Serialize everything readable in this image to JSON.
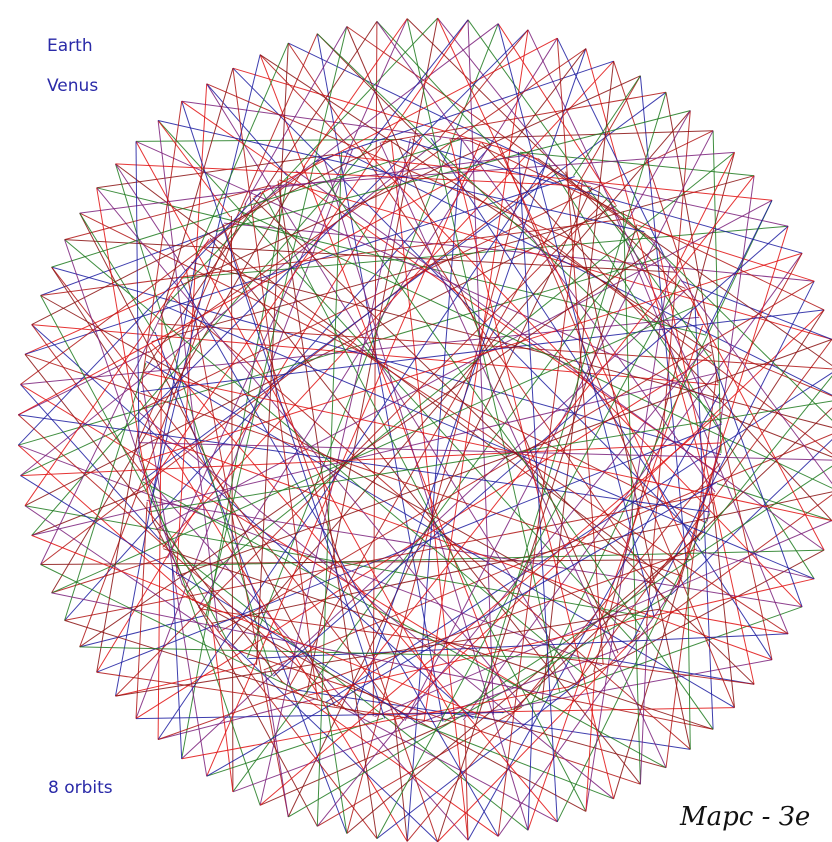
{
  "labels": {
    "planet_a": "Earth",
    "planet_b": "Venus",
    "orbits": "8 orbits"
  },
  "caption": "Марс - Зе",
  "pattern": {
    "orbit_ratio_inner_outer": 0.723,
    "colors": [
      "#1c1ca0",
      "#b01414",
      "#8a1010",
      "#1e7a1e",
      "#7a1f7a",
      "#e01010"
    ]
  }
}
